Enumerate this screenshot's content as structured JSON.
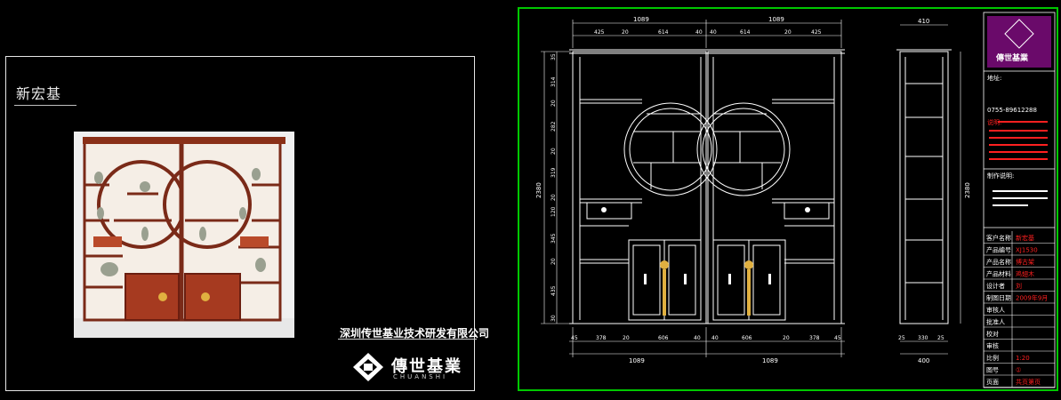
{
  "left": {
    "title": "新宏基",
    "company": "深圳传世基业技术研发有限公司",
    "logo_cn": "傳世基業",
    "logo_en": "CHUANSHI"
  },
  "cad": {
    "top_dims_total": [
      "1089",
      "1089"
    ],
    "top_dims_parts": [
      "425",
      "20",
      "614",
      "40",
      "40",
      "614",
      "20",
      "425"
    ],
    "bottom_dims_parts": [
      "45",
      "378",
      "20",
      "606",
      "40",
      "40",
      "606",
      "20",
      "378",
      "45"
    ],
    "bottom_dims_total": [
      "1089",
      "1089"
    ],
    "left_vert_dims": [
      "35",
      "314",
      "20",
      "282",
      "20",
      "319",
      "20",
      "120",
      "345",
      "20",
      "435",
      "30"
    ],
    "height_total": "2380",
    "side_top": "410",
    "side_height": "2380",
    "side_bottom_parts": [
      "25",
      "330",
      "25"
    ],
    "side_bottom_total": "400",
    "title_block": {
      "brand": "傳世基業",
      "sections": [
        "地址:",
        "说明:",
        "制作说明:"
      ],
      "address_phone": "0755-89612288",
      "rows": [
        {
          "label": "客户名称",
          "value": "新宏基"
        },
        {
          "label": "产品编号",
          "value": "XJ1530"
        },
        {
          "label": "产品名称",
          "value": "博古架"
        },
        {
          "label": "产品材料",
          "value": "鸡翅木"
        },
        {
          "label": "设计者",
          "value": "刘"
        },
        {
          "label": "制图日期",
          "value": "2009年9月"
        },
        {
          "label": "审核人",
          "value": ""
        },
        {
          "label": "批准人",
          "value": ""
        },
        {
          "label": "校对",
          "value": ""
        },
        {
          "label": "审核",
          "value": ""
        },
        {
          "label": "比例",
          "value": "1:20"
        },
        {
          "label": "图号",
          "value": "①"
        },
        {
          "label": "页面",
          "value": "共页第页"
        }
      ]
    }
  },
  "colors": {
    "frame_green": "#00c800",
    "dim_line": "#ffffff",
    "red_text": "#ff2020",
    "brand_magenta": "#c000c0"
  }
}
